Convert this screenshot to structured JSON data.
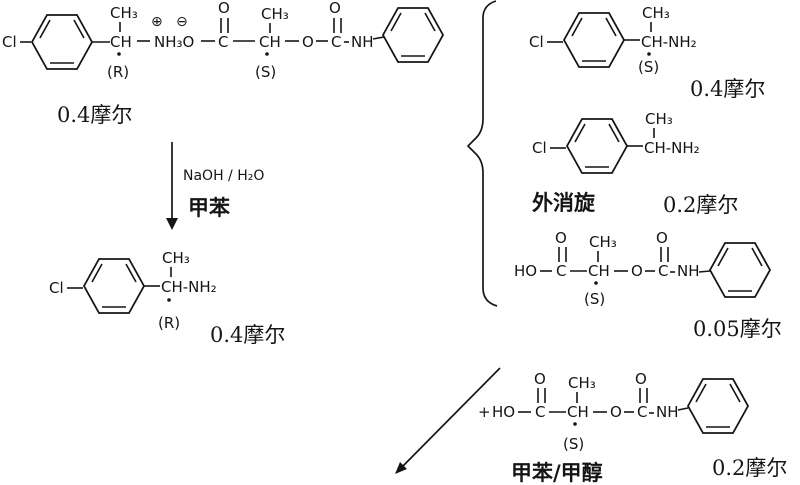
{
  "scheme": {
    "reactant_salt": {
      "cl": "Cl",
      "ch3_amine": "CH₃",
      "ch_amine": "CH",
      "stereo_amine": "(R)",
      "plus_charge": "⊕",
      "minus_charge": "⊖",
      "nh3o": "NH₃O",
      "c_carboxyl": "C",
      "o_carboxyl": "O",
      "ch3_acid": "CH₃",
      "ch_acid": "CH",
      "stereo_acid": "(S)",
      "o_ester": "O",
      "c_carbamate": "C",
      "o_carbamate": "O",
      "nh_carbamate": "NH",
      "amount": "0.4摩尔"
    },
    "step1": {
      "reagent": "NaOH / H₂O",
      "solvent": "甲苯"
    },
    "product_r_amine": {
      "cl": "Cl",
      "ch3": "CH₃",
      "ch_nh2": "CH-NH₂",
      "stereo": "(R)",
      "amount": "0.4摩尔"
    },
    "byproduct_s_amine": {
      "cl": "Cl",
      "ch3": "CH₃",
      "ch_nh2": "CH-NH₂",
      "stereo": "(S)",
      "amount": "0.4摩尔"
    },
    "byproduct_racemic_amine": {
      "cl": "Cl",
      "ch3": "CH₃",
      "ch_nh2": "CH-NH₂",
      "racemic": "外消旋",
      "amount": "0.2摩尔"
    },
    "byproduct_s_acid": {
      "ho": "HO",
      "c_carboxyl": "C",
      "o_carboxyl": "O",
      "ch3": "CH₃",
      "ch": "CH",
      "stereo": "(S)",
      "o_ester": "O",
      "c_carbamate": "C",
      "o_carbamate": "O",
      "nh": "NH",
      "amount": "0.05摩尔"
    },
    "step2": {
      "plus": "+",
      "ho": "HO",
      "c_carboxyl": "C",
      "o_carboxyl": "O",
      "ch3": "CH₃",
      "ch": "CH",
      "stereo": "(S)",
      "o_ester": "O",
      "c_carbamate": "C",
      "o_carbamate": "O",
      "nh": "NH",
      "solvent": "甲苯/甲醇",
      "amount": "0.2摩尔"
    }
  }
}
